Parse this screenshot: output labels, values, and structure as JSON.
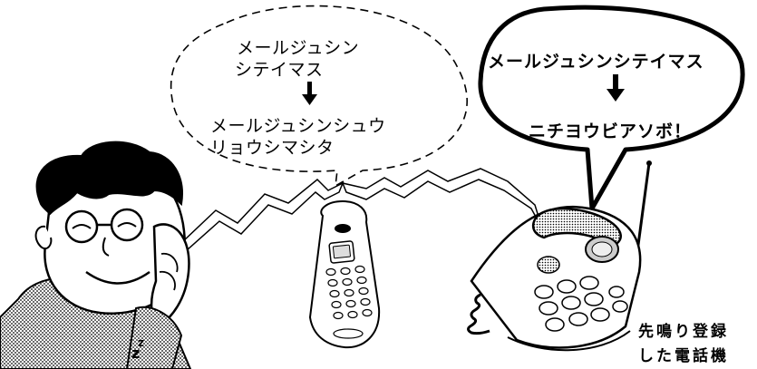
{
  "thought_bubble": {
    "line1": "メールジュシン",
    "line2": "シテイマス",
    "line3": "メールジュシンシュウ",
    "line4": "リョウシマシタ"
  },
  "speech_bubble": {
    "line1": "メールジュシンシテイマス",
    "line2": "ニチヨウビアソボ！"
  },
  "caption": {
    "line1": "先鳴り登録",
    "line2": "した電話機"
  }
}
